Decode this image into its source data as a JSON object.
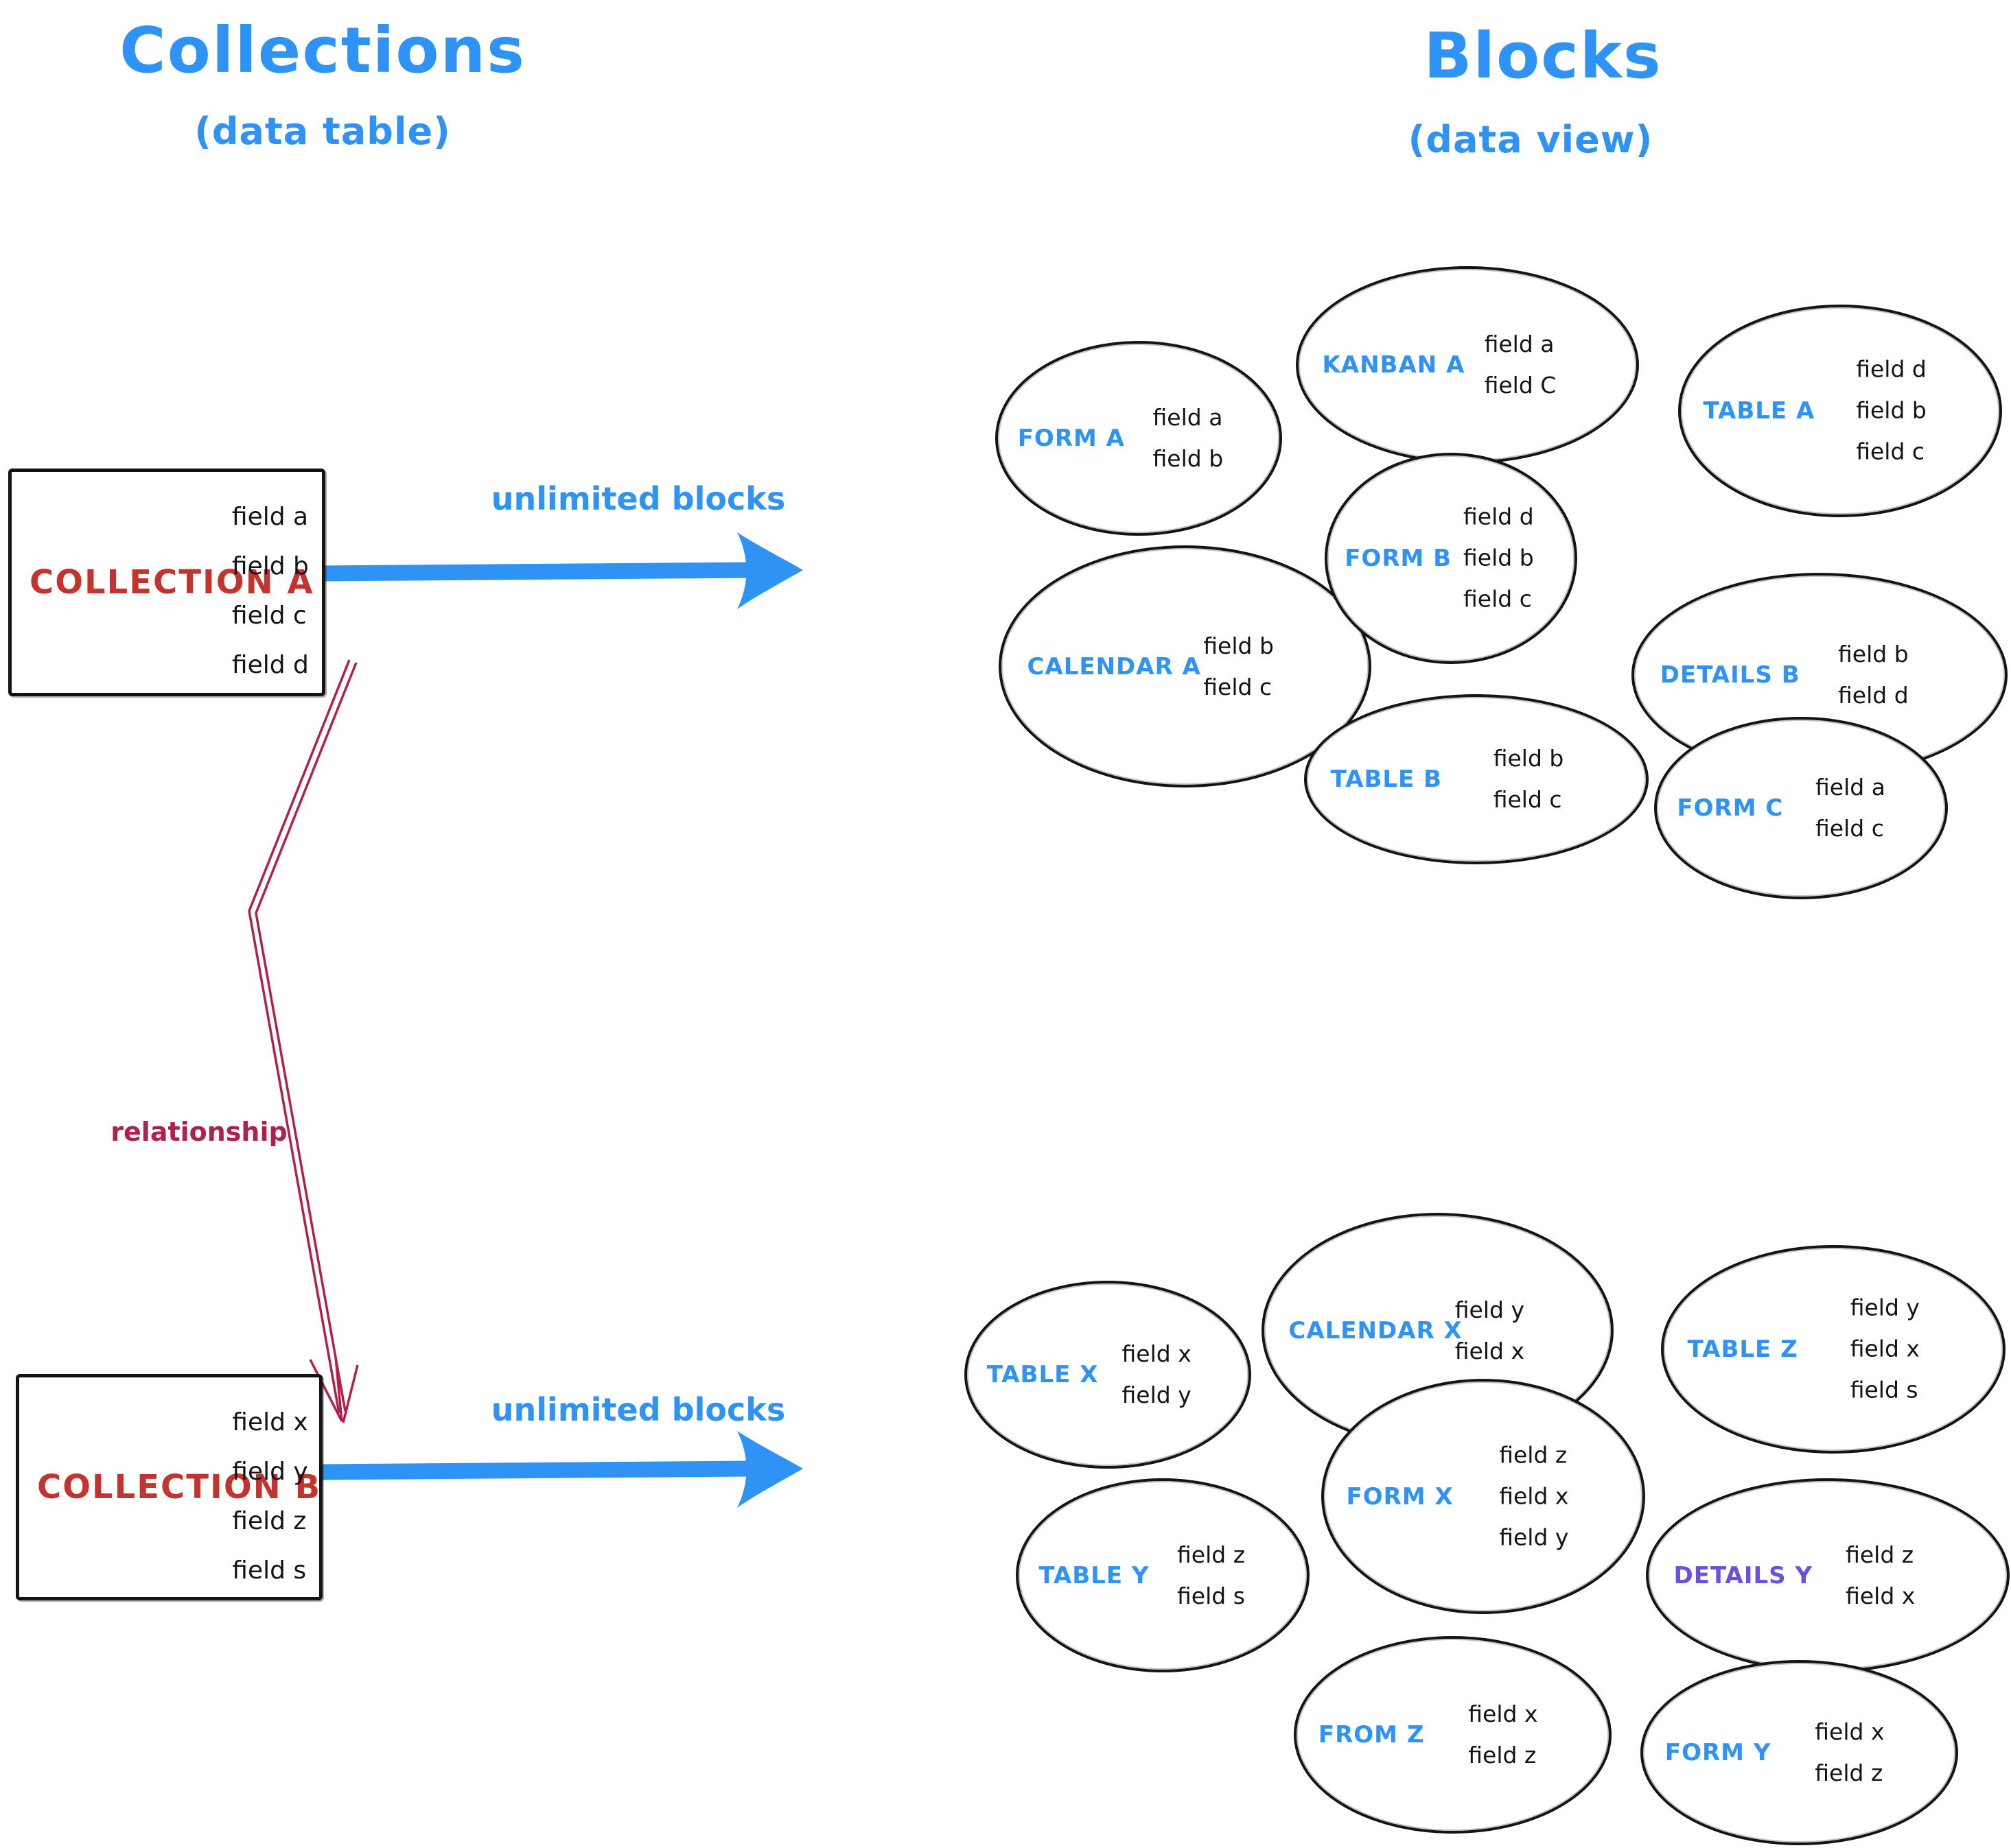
{
  "colors": {
    "blue": "#2e93f4",
    "red": "#c4332d",
    "crimson": "#b02049",
    "purple": "#6b4fe0",
    "ink": "#141414"
  },
  "left_panel": {
    "title": "Collections",
    "subtitle": "(data table)",
    "collection_a": {
      "name": "COLLECTION A",
      "fields": [
        "field a",
        "field b",
        "field c",
        "field d"
      ]
    },
    "collection_b": {
      "name": "COLLECTION B",
      "fields": [
        "field x",
        "field y",
        "field z",
        "field s"
      ]
    },
    "relationship_label": "relationship"
  },
  "right_panel": {
    "title": "Blocks",
    "subtitle": "(data view)",
    "arrow_a_label": "unlimited blocks",
    "arrow_b_label": "unlimited blocks",
    "blocks_a": [
      {
        "label": "FORM A",
        "fields": [
          "field a",
          "field b"
        ]
      },
      {
        "label": "KANBAN A",
        "fields": [
          "field a",
          "field C"
        ]
      },
      {
        "label": "TABLE A",
        "fields": [
          "field d",
          "field b",
          "field c"
        ]
      },
      {
        "label": "CALENDAR A",
        "fields": [
          "field b",
          "field c"
        ]
      },
      {
        "label": "FORM B",
        "fields": [
          "field d",
          "field b",
          "field c"
        ]
      },
      {
        "label": "DETAILS B",
        "fields": [
          "field b",
          "field d"
        ]
      },
      {
        "label": "TABLE B",
        "fields": [
          "field b",
          "field c"
        ]
      },
      {
        "label": "FORM C",
        "fields": [
          "field a",
          "field c"
        ]
      }
    ],
    "blocks_b": [
      {
        "label": "TABLE X",
        "fields": [
          "field x",
          "field y"
        ]
      },
      {
        "label": "CALENDAR X",
        "fields": [
          "field y",
          "field x"
        ]
      },
      {
        "label": "TABLE Z",
        "fields": [
          "field y",
          "field x",
          "field s"
        ]
      },
      {
        "label": "FORM X",
        "fields": [
          "field z",
          "field x",
          "field y"
        ]
      },
      {
        "label": "TABLE Y",
        "fields": [
          "field z",
          "field s"
        ]
      },
      {
        "label": "DETAILS Y",
        "fields": [
          "field z",
          "field x"
        ]
      },
      {
        "label": "FROM Z",
        "fields": [
          "field x",
          "field z"
        ]
      },
      {
        "label": "FORM Y",
        "fields": [
          "field x",
          "field z"
        ]
      }
    ]
  }
}
